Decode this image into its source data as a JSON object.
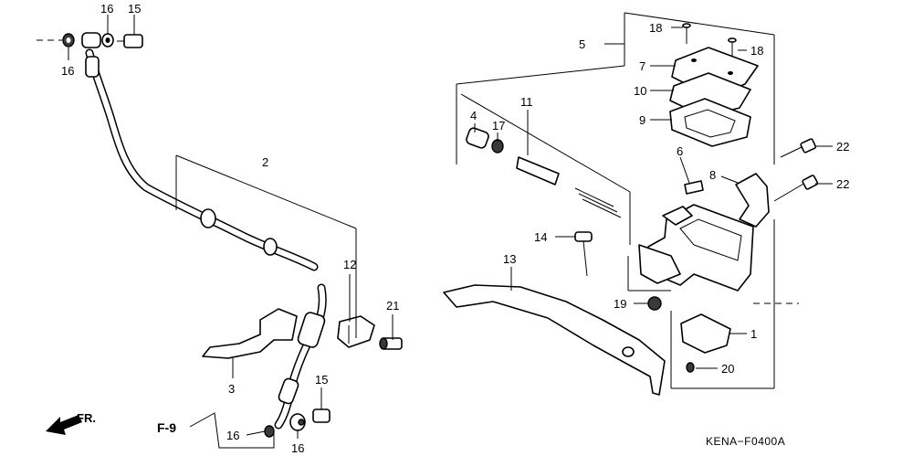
{
  "diagram": {
    "diagram_code": "KENA−F0400A",
    "direction_marker": "FR.",
    "reference_label": "F-9",
    "callouts": [
      {
        "id": "c1",
        "text": "1"
      },
      {
        "id": "c2",
        "text": "2"
      },
      {
        "id": "c3",
        "text": "3"
      },
      {
        "id": "c4",
        "text": "4"
      },
      {
        "id": "c5",
        "text": "5"
      },
      {
        "id": "c6",
        "text": "6"
      },
      {
        "id": "c7",
        "text": "7"
      },
      {
        "id": "c8",
        "text": "8"
      },
      {
        "id": "c9",
        "text": "9"
      },
      {
        "id": "c10",
        "text": "10"
      },
      {
        "id": "c11",
        "text": "11"
      },
      {
        "id": "c12",
        "text": "12"
      },
      {
        "id": "c13",
        "text": "13"
      },
      {
        "id": "c14",
        "text": "14"
      },
      {
        "id": "c15a",
        "text": "15"
      },
      {
        "id": "c15b",
        "text": "15"
      },
      {
        "id": "c16a",
        "text": "16"
      },
      {
        "id": "c16b",
        "text": "16"
      },
      {
        "id": "c16c",
        "text": "16"
      },
      {
        "id": "c16d",
        "text": "16"
      },
      {
        "id": "c17",
        "text": "17"
      },
      {
        "id": "c18a",
        "text": "18"
      },
      {
        "id": "c18b",
        "text": "18"
      },
      {
        "id": "c19",
        "text": "19"
      },
      {
        "id": "c20",
        "text": "20"
      },
      {
        "id": "c21",
        "text": "21"
      },
      {
        "id": "c22a",
        "text": "22"
      },
      {
        "id": "c22b",
        "text": "22"
      }
    ]
  }
}
